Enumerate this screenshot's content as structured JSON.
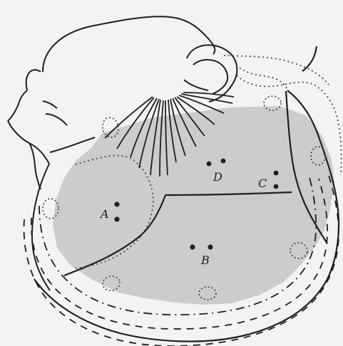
{
  "labels": {
    "a": "A",
    "b": "B",
    "c": "C",
    "d": "D"
  },
  "colors": {
    "background": "#f3f3f1",
    "shaded_region": "#c9c9c7",
    "ink": "#1f1f1f",
    "dotted": "#3a3a3a"
  }
}
